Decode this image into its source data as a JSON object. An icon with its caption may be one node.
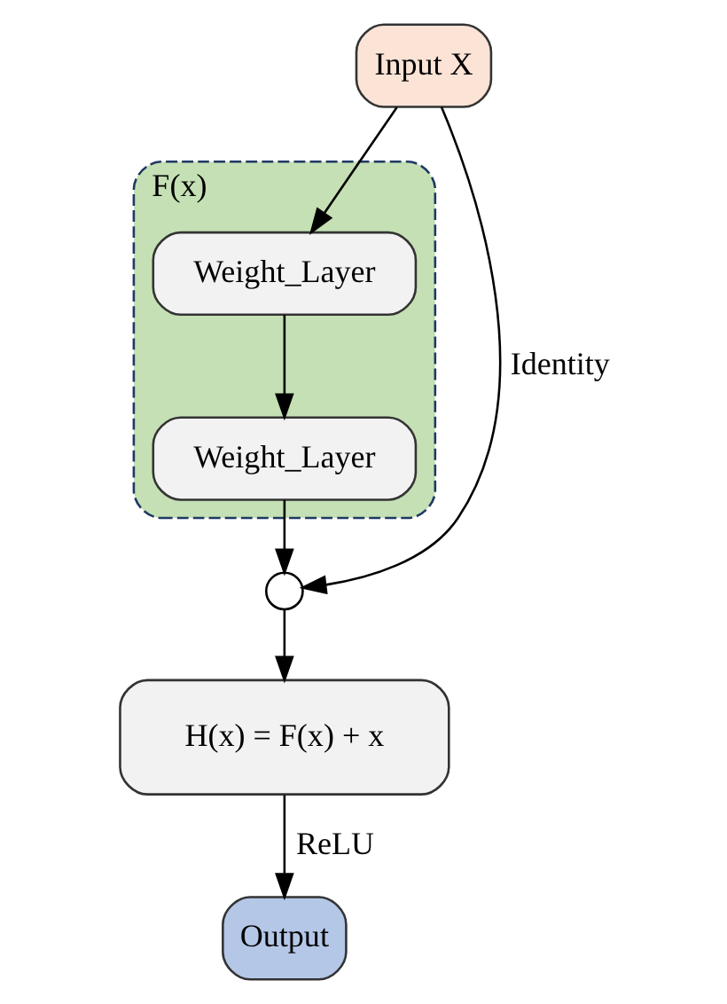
{
  "diagram": {
    "nodes": [
      {
        "text": [
          "Input X"
        ]
      },
      {
        "text": [
          "F(x)"
        ]
      },
      {
        "text": [
          "Weight_Layer"
        ],
        "in": 1
      },
      {
        "text": [
          "Weight_Layer"
        ],
        "in": 1
      },
      {
        "text": [],
        "shape": "circle"
      },
      {
        "text": [
          "H(x) = F(x) + x"
        ]
      },
      {
        "text": [
          "Output"
        ]
      }
    ],
    "edges": [
      {
        "from": 0,
        "to": 2,
        "arrow": "to"
      },
      {
        "from": 2,
        "to": 3,
        "arrow": "to"
      },
      {
        "from": 3,
        "to": 4,
        "arrow": "to"
      },
      {
        "from": 0,
        "to": 4,
        "arrow": "to",
        "label": "Identity"
      },
      {
        "from": 4,
        "to": 5,
        "arrow": "to"
      },
      {
        "from": 5,
        "to": 6,
        "arrow": "to",
        "label": "ReLU"
      }
    ]
  }
}
